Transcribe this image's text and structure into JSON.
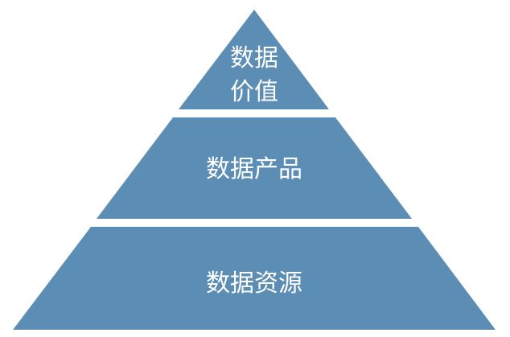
{
  "diagram": {
    "type": "pyramid",
    "fill_color": "#5b8db5",
    "text_color": "#ffffff",
    "tiers": [
      {
        "lines": [
          "数据",
          "价值"
        ]
      },
      {
        "lines": [
          "数据产品"
        ]
      },
      {
        "lines": [
          "数据资源"
        ]
      }
    ]
  }
}
